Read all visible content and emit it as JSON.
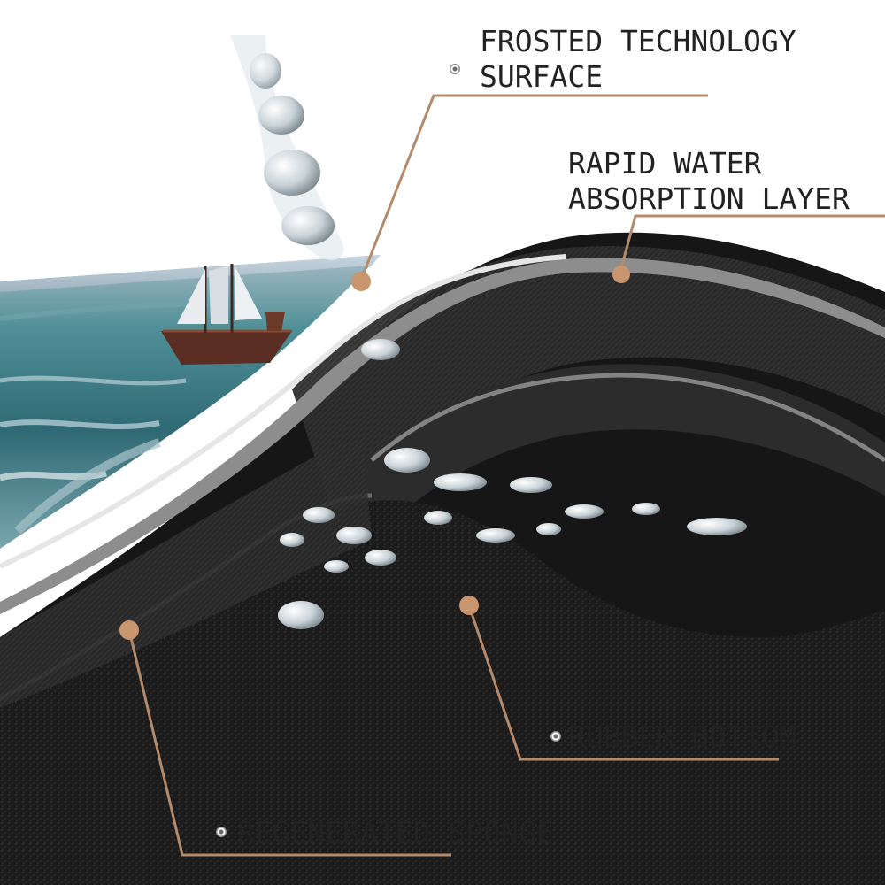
{
  "labels": {
    "frosted_line1": "FROSTED TECHNOLOGY",
    "frosted_line2": "SURFACE",
    "rapid_line1": "RAPID WATER",
    "rapid_line2": "ABSORPTION LAYER",
    "rubber": "RUBBER BOTTOM",
    "sponge": "REGENERATED SPONGE"
  },
  "colors": {
    "leader_line": "#b38a6a",
    "marker_dot": "#c9956e",
    "label_text": "#222222",
    "rubber_layer": "#1c1c1c",
    "absorption_layer": "#2b2b2b",
    "sea": "#3f7c86"
  },
  "icons": [
    "bullet-icon",
    "sailboat-illustration",
    "water-splash-illustration"
  ]
}
